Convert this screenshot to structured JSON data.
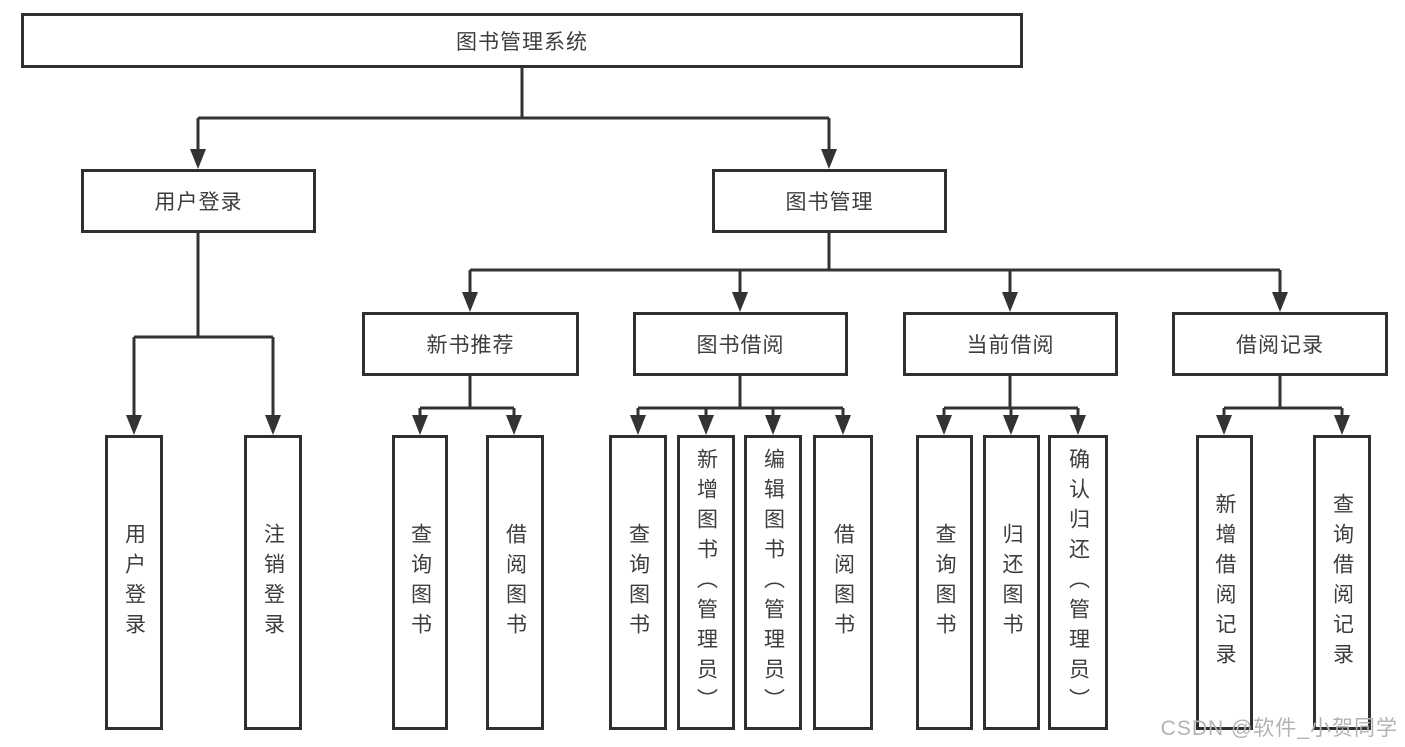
{
  "diagram": {
    "type": "hierarchy-tree",
    "orientation": "top-down",
    "colors": {
      "background": "#ffffff",
      "line": "#333333",
      "box_border": "#2f2f2f",
      "box_fill": "#ffffff",
      "text": "#3d3d3d",
      "watermark": "#b3b3b3"
    }
  },
  "tree": {
    "label": "图书管理系统",
    "children": [
      {
        "label": "用户登录",
        "children": [
          {
            "label": "用户登录"
          },
          {
            "label": "注销登录"
          }
        ]
      },
      {
        "label": "图书管理",
        "children": [
          {
            "label": "新书推荐",
            "children": [
              {
                "label": "查询图书"
              },
              {
                "label": "借阅图书"
              }
            ]
          },
          {
            "label": "图书借阅",
            "children": [
              {
                "label": "查询图书"
              },
              {
                "label": "新增图书（管理员）"
              },
              {
                "label": "编辑图书（管理员）"
              },
              {
                "label": "借阅图书"
              }
            ]
          },
          {
            "label": "当前借阅",
            "children": [
              {
                "label": "查询图书"
              },
              {
                "label": "归还图书"
              },
              {
                "label": "确认归还（管理员）"
              }
            ]
          },
          {
            "label": "借阅记录",
            "children": [
              {
                "label": "新增借阅记录"
              },
              {
                "label": "查询借阅记录"
              }
            ]
          }
        ]
      }
    ]
  },
  "watermark": {
    "text": "CSDN @软件_小贺同学"
  }
}
